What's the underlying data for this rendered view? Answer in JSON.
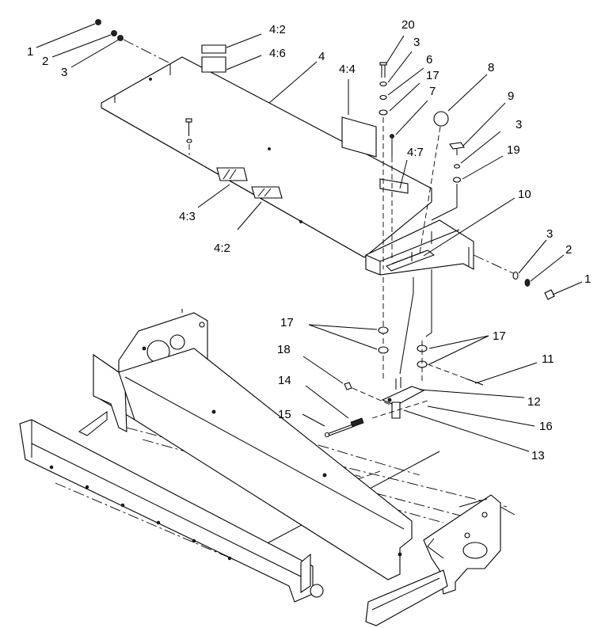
{
  "callouts": [
    {
      "id": "c1a",
      "text": "1"
    },
    {
      "id": "c2a",
      "text": "2"
    },
    {
      "id": "c3a",
      "text": "3"
    },
    {
      "id": "c42a",
      "text": "4:2"
    },
    {
      "id": "c46",
      "text": "4:6"
    },
    {
      "id": "c4",
      "text": "4"
    },
    {
      "id": "c44",
      "text": "4:4"
    },
    {
      "id": "c20",
      "text": "20"
    },
    {
      "id": "c3b",
      "text": "3"
    },
    {
      "id": "c6",
      "text": "6"
    },
    {
      "id": "c17a",
      "text": "17"
    },
    {
      "id": "c7",
      "text": "7"
    },
    {
      "id": "c8",
      "text": "8"
    },
    {
      "id": "c9",
      "text": "9"
    },
    {
      "id": "c3c",
      "text": "3"
    },
    {
      "id": "c19",
      "text": "19"
    },
    {
      "id": "c47",
      "text": "4:7"
    },
    {
      "id": "c10",
      "text": "10"
    },
    {
      "id": "c43",
      "text": "4:3"
    },
    {
      "id": "c42b",
      "text": "4:2"
    },
    {
      "id": "c3d",
      "text": "3"
    },
    {
      "id": "c2b",
      "text": "2"
    },
    {
      "id": "c1b",
      "text": "1"
    },
    {
      "id": "c17b",
      "text": "17"
    },
    {
      "id": "c17c",
      "text": "17"
    },
    {
      "id": "c18",
      "text": "18"
    },
    {
      "id": "c11",
      "text": "11"
    },
    {
      "id": "c14",
      "text": "14"
    },
    {
      "id": "c12",
      "text": "12"
    },
    {
      "id": "c15",
      "text": "15"
    },
    {
      "id": "c16",
      "text": "16"
    },
    {
      "id": "c13",
      "text": "13"
    }
  ]
}
